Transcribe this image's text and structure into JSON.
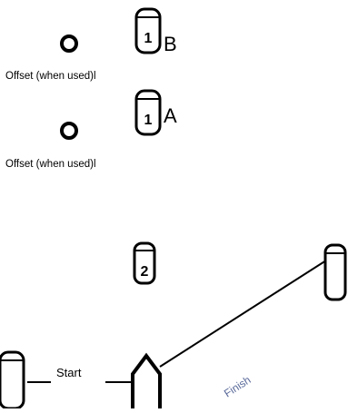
{
  "marks": {
    "buoy_b": {
      "number": "1",
      "letter": "B"
    },
    "buoy_a": {
      "number": "1",
      "letter": "A"
    },
    "buoy_2": {
      "number": "2"
    }
  },
  "offsets": {
    "upper_label": "Offset (when used)l",
    "lower_label": "Offset (when used)l"
  },
  "start_line": {
    "label": "Start"
  },
  "finish_line": {
    "label": "Finish"
  }
}
